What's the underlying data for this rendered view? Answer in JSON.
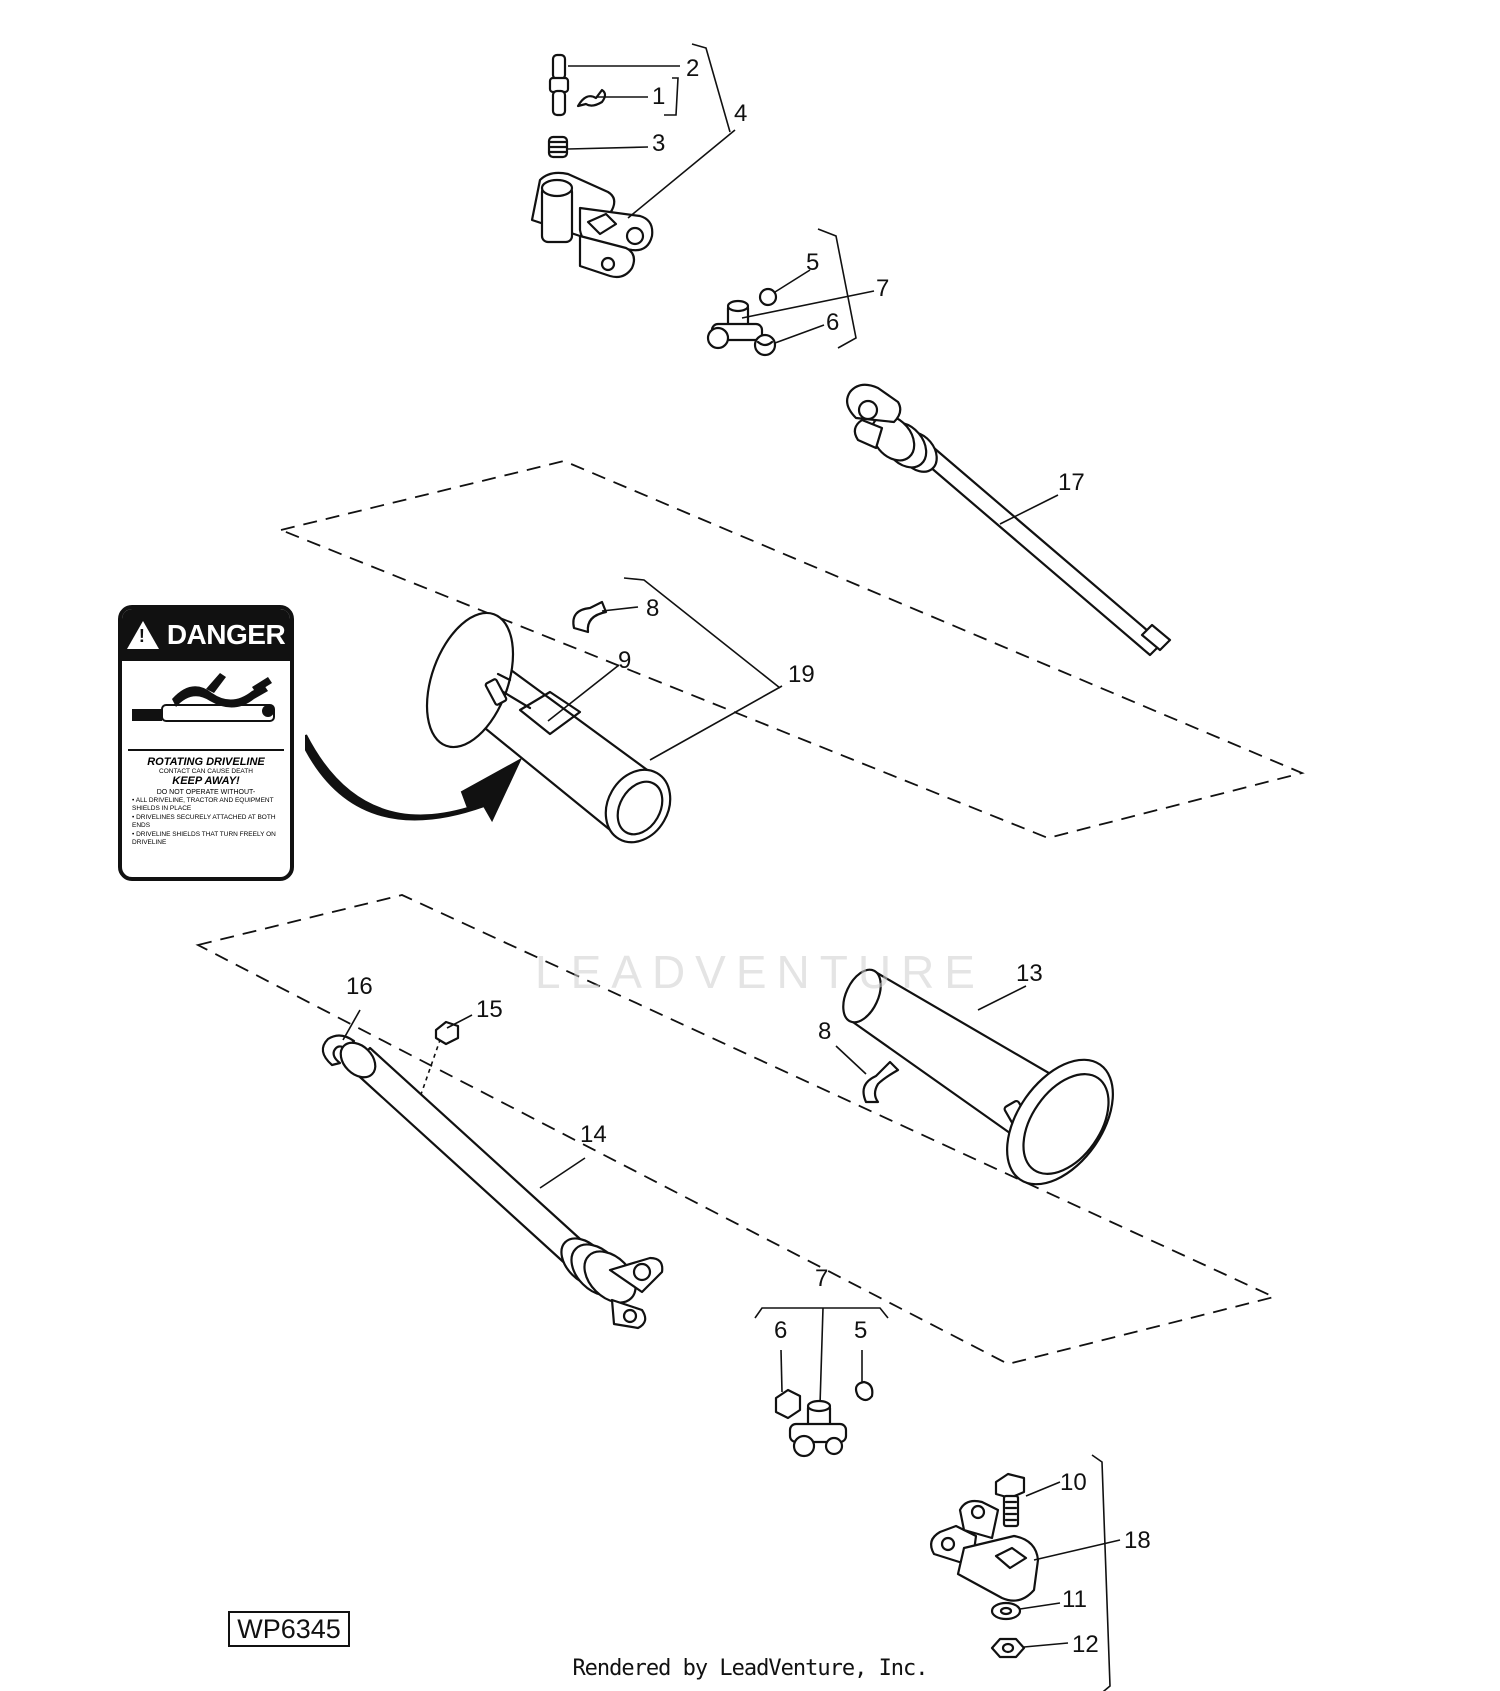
{
  "callouts": [
    {
      "id": "c1",
      "text": "1"
    },
    {
      "id": "c2",
      "text": "2"
    },
    {
      "id": "c3",
      "text": "3"
    },
    {
      "id": "c4",
      "text": "4"
    },
    {
      "id": "c5a",
      "text": "5"
    },
    {
      "id": "c7a",
      "text": "7"
    },
    {
      "id": "c6a",
      "text": "6"
    },
    {
      "id": "c17",
      "text": "17"
    },
    {
      "id": "c8a",
      "text": "8"
    },
    {
      "id": "c9",
      "text": "9"
    },
    {
      "id": "c19",
      "text": "19"
    },
    {
      "id": "c16",
      "text": "16"
    },
    {
      "id": "c15",
      "text": "15"
    },
    {
      "id": "c13",
      "text": "13"
    },
    {
      "id": "c8b",
      "text": "8"
    },
    {
      "id": "c14",
      "text": "14"
    },
    {
      "id": "c7b",
      "text": "7"
    },
    {
      "id": "c6b",
      "text": "6"
    },
    {
      "id": "c5b",
      "text": "5"
    },
    {
      "id": "c10",
      "text": "10"
    },
    {
      "id": "c18",
      "text": "18"
    },
    {
      "id": "c11",
      "text": "11"
    },
    {
      "id": "c12",
      "text": "12"
    }
  ],
  "decal": {
    "heading": "DANGER",
    "line1": "ROTATING DRIVELINE",
    "line2": "CONTACT CAN CAUSE DEATH",
    "line3": "KEEP AWAY!",
    "line4": "DO NOT OPERATE WITHOUT-",
    "bullets": [
      "ALL DRIVELINE, TRACTOR AND EQUIPMENT SHIELDS IN PLACE",
      "DRIVELINES SECURELY ATTACHED AT BOTH ENDS",
      "DRIVELINE SHIELDS THAT TURN FREELY ON DRIVELINE"
    ]
  },
  "figure_id": "WP6345",
  "credit": "Rendered by LeadVenture, Inc.",
  "watermark": "LEADVENTURE"
}
